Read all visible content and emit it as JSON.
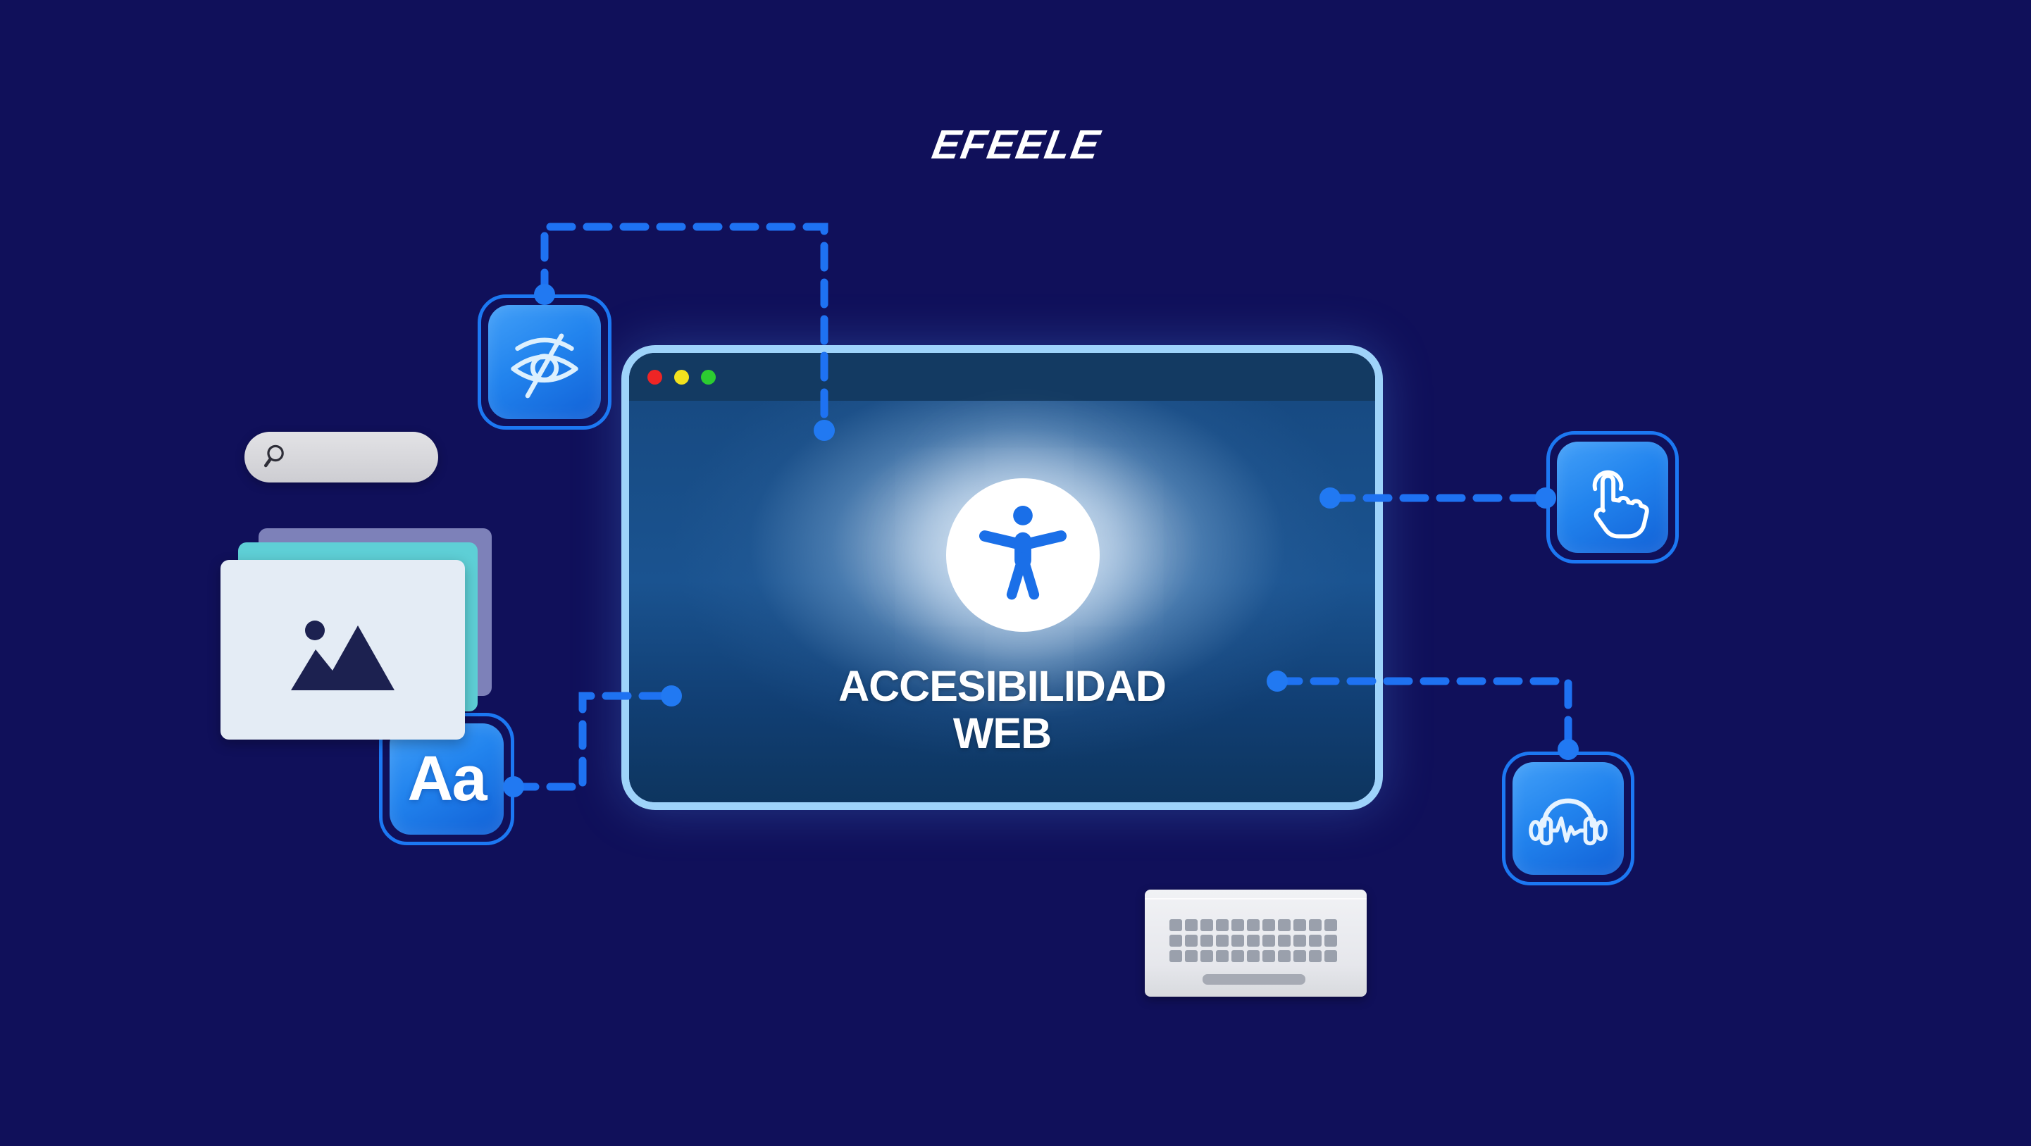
{
  "logo": {
    "text": "EFEELE"
  },
  "browser_window": {
    "traffic_lights": [
      {
        "name": "close",
        "css": "background:#ee2525"
      },
      {
        "name": "minimize",
        "css": "background:#f2e11e"
      },
      {
        "name": "zoom",
        "css": "background:#2ccc31"
      }
    ],
    "center_icon": "accessibility-person-icon",
    "title_line1": "ACCESIBILIDAD",
    "title_line2": "WEB"
  },
  "feature_icons": {
    "vision": {
      "icon": "eye-off-icon"
    },
    "text_size": {
      "icon": "font-size-icon",
      "label": "Aa"
    },
    "touch": {
      "icon": "touch-tap-icon"
    },
    "audio": {
      "icon": "headphones-audio-icon"
    }
  },
  "illustrations": {
    "search_bar": {
      "icon": "magnifier-icon",
      "value": ""
    },
    "image_stack": {
      "icon": "image-placeholder-icon",
      "cards": 3
    },
    "keyboard": {
      "rows": 3,
      "cols": 11
    }
  },
  "colors": {
    "background": "#10105a",
    "connector_blue": "#1e72f2",
    "icon_tile_light": "#43a0f8",
    "icon_tile_dark": "#1160d6",
    "window_border": "#9ed3fa",
    "window_topbar": "#133a62",
    "card_back": "#7d81b9",
    "card_middle": "#5ecfd6",
    "card_front": "#e4ecf5",
    "title_text": "#ffffff"
  }
}
